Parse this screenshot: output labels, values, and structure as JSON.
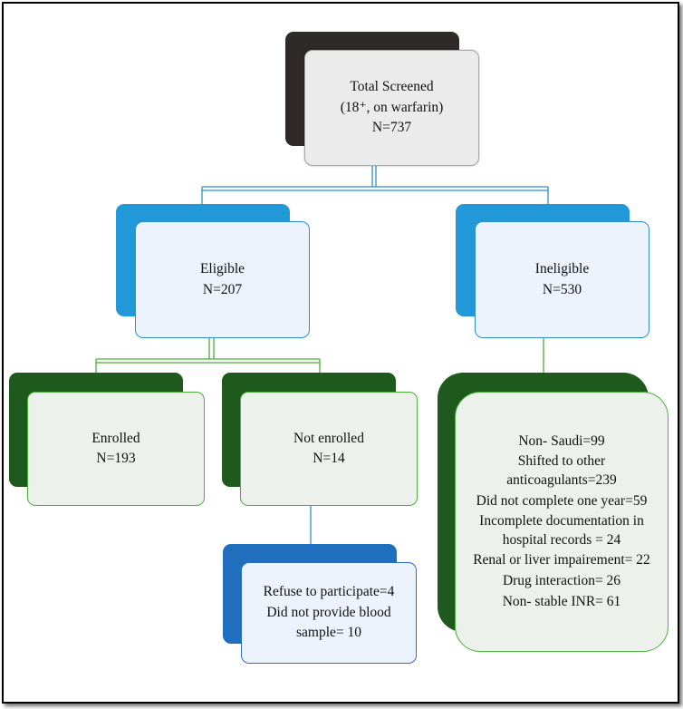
{
  "total": {
    "line1": "Total Screened",
    "line2": "(18⁺, on warfarin)",
    "line3": "N=737"
  },
  "eligible": {
    "label": "Eligible",
    "count": "N=207"
  },
  "ineligible": {
    "label": "Ineligible",
    "count": "N=530"
  },
  "enrolled": {
    "label": "Enrolled",
    "count": "N=193"
  },
  "not_enrolled": {
    "label": "Not enrolled",
    "count": "N=14"
  },
  "refuse": {
    "line1": "Refuse to participate=4",
    "line2": "Did not provide blood",
    "line3": "sample= 10"
  },
  "reasons": [
    "Non- Saudi=99",
    "Shifted to other",
    "anticoagulants=239",
    "Did not complete one year=59",
    "Incomplete documentation in",
    "hospital records = 24",
    "Renal or liver impairement= 22",
    "Drug interaction= 26",
    "Non- stable INR= 61"
  ],
  "colors": {
    "dark_box": "#2f2a2a",
    "blue_accent": "#2199d8",
    "green_dark": "#1e5a1e",
    "green_border": "#4cae3c",
    "blue_dark": "#1f6fbe"
  }
}
